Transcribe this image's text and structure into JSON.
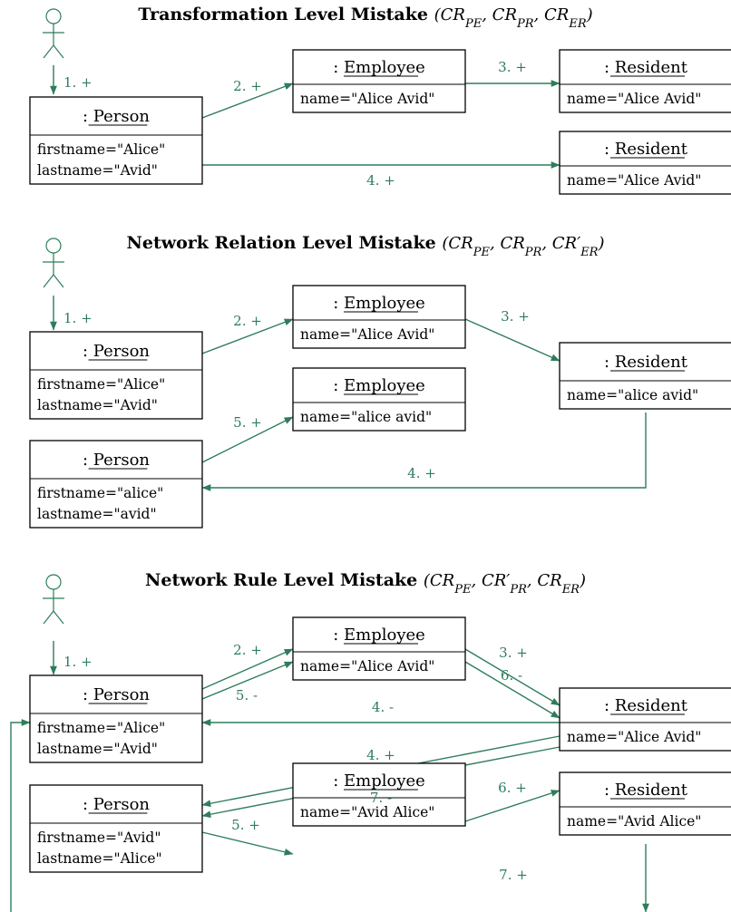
{
  "sections": [
    {
      "title_bold": "Transformation Level Mistake",
      "title_math": "(CR_PE, CR_PR, CR_ER)",
      "boxes": [
        {
          "name": "person",
          "title": ": Person",
          "attrs": [
            "firstname=\"Alice\"",
            "lastname=\"Avid\""
          ]
        },
        {
          "name": "employee",
          "title": ": Employee",
          "attrs": [
            "name=\"Alice Avid\""
          ]
        },
        {
          "name": "resident-1",
          "title": ": Resident",
          "attrs": [
            "name=\"Alice Avid\""
          ]
        },
        {
          "name": "resident-2",
          "title": ": Resident",
          "attrs": [
            "name=\"Alice Avid\""
          ]
        }
      ],
      "edges": [
        "1. +",
        "2. +",
        "3. +",
        "4. +"
      ]
    },
    {
      "title_bold": "Network Relation Level Mistake",
      "title_math": "(CR_PE, CR_PR, CR'_ER)",
      "boxes": [
        {
          "name": "person-1",
          "title": ": Person",
          "attrs": [
            "firstname=\"Alice\"",
            "lastname=\"Avid\""
          ]
        },
        {
          "name": "employee-1",
          "title": ": Employee",
          "attrs": [
            "name=\"Alice Avid\""
          ]
        },
        {
          "name": "resident",
          "title": ": Resident",
          "attrs": [
            "name=\"alice avid\""
          ]
        },
        {
          "name": "employee-2",
          "title": ": Employee",
          "attrs": [
            "name=\"alice avid\""
          ]
        },
        {
          "name": "person-2",
          "title": ": Person",
          "attrs": [
            "firstname=\"alice\"",
            "lastname=\"avid\""
          ]
        }
      ],
      "edges": [
        "1. +",
        "2. +",
        "3. +",
        "4. +",
        "5. +"
      ]
    },
    {
      "title_bold": "Network Rule Level Mistake",
      "title_math": "(CR_PE, CR'_PR, CR_ER)",
      "boxes": [
        {
          "name": "person-1",
          "title": ": Person",
          "attrs": [
            "firstname=\"Alice\"",
            "lastname=\"Avid\""
          ]
        },
        {
          "name": "employee-1",
          "title": ": Employee",
          "attrs": [
            "name=\"Alice Avid\""
          ]
        },
        {
          "name": "resident-1",
          "title": ": Resident",
          "attrs": [
            "name=\"Alice Avid\""
          ]
        },
        {
          "name": "person-2",
          "title": ": Person",
          "attrs": [
            "firstname=\"Avid\"",
            "lastname=\"Alice\""
          ]
        },
        {
          "name": "employee-2",
          "title": ": Employee",
          "attrs": [
            "name=\"Avid Alice\""
          ]
        },
        {
          "name": "resident-2",
          "title": ": Resident",
          "attrs": [
            "name=\"Avid Alice\""
          ]
        }
      ],
      "edges": [
        "1. +",
        "2. +",
        "5. -",
        "3. +",
        "6. -",
        "4. -",
        "4. +",
        "7. -",
        "5. +",
        "6. +",
        "7. +"
      ]
    }
  ]
}
